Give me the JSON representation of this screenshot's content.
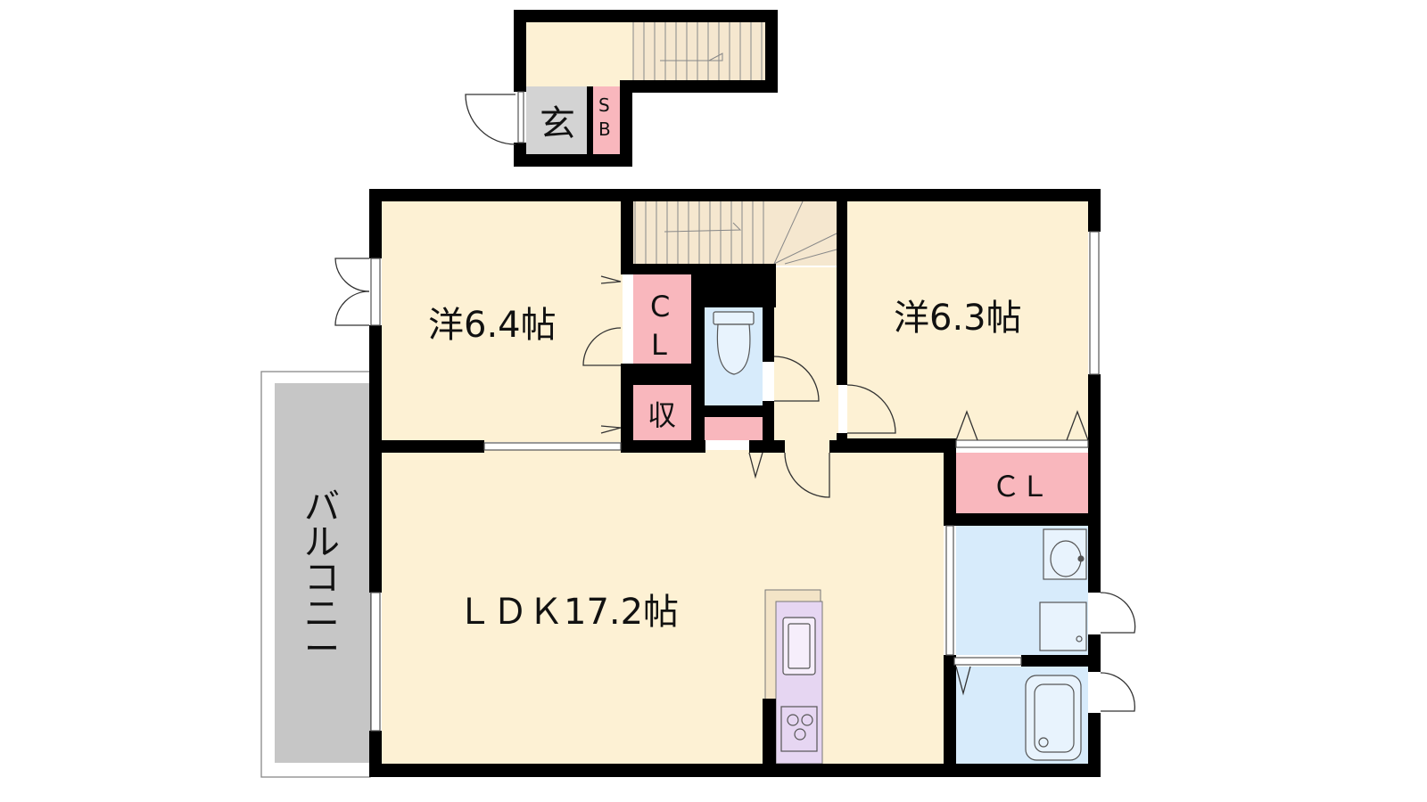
{
  "colors": {
    "room_floor": "#fdf1d4",
    "closet": "#f9b7bd",
    "wet_area": "#d7ebfb",
    "entry": "#d3d3d3",
    "balcony": "#c6c6c6",
    "kitchen": "#e6d6f2",
    "stairs": "#f5e7cf",
    "wall": "#000000"
  },
  "rooms": {
    "western_left": "洋6.4帖",
    "western_right": "洋6.3帖",
    "ldk": "ＬＤＫ17.2帖",
    "entrance": "玄",
    "shoe_box_top": "S",
    "shoe_box_bottom": "B",
    "closet_left_1": "C",
    "closet_left_2": "L",
    "storage": "収",
    "closet_right": "ＣＬ",
    "balcony": [
      "バ",
      "ル",
      "コ",
      "ニ",
      "ー"
    ]
  },
  "icons": {
    "toilet": "toilet-icon",
    "washbasin": "washbasin-icon",
    "washing_machine": "washing-machine-icon",
    "bathtub": "bathtub-icon",
    "sink": "kitchen-sink-icon",
    "stove": "gas-stove-icon",
    "stairs": "stairs-icon"
  }
}
